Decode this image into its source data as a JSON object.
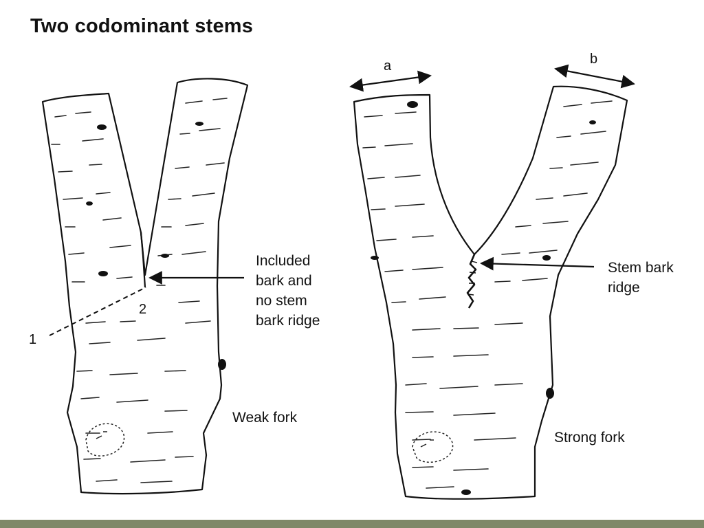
{
  "title": "Two codominant stems",
  "weak_fork": {
    "caption": "Weak fork",
    "pointer_label": [
      "Included",
      "bark and",
      "no stem",
      "bark ridge"
    ],
    "marker_1": "1",
    "marker_2": "2"
  },
  "strong_fork": {
    "caption": "Strong fork",
    "pointer_label": [
      "Stem bark",
      "ridge"
    ],
    "width_a": "a",
    "width_b": "b"
  },
  "colors": {
    "ink": "#111111",
    "background": "#ffffff",
    "footer_bar": "#7f8868"
  }
}
